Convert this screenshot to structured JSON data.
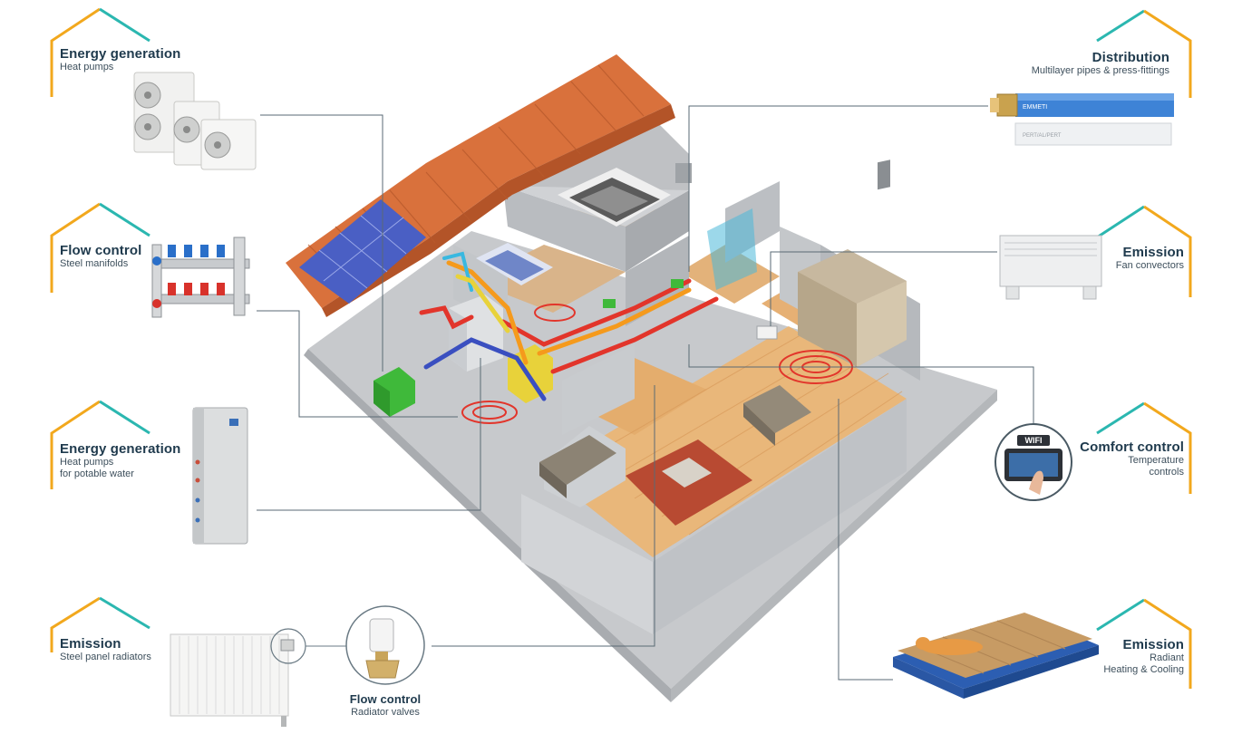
{
  "colors": {
    "roof_teal": "#2bb7b0",
    "roof_orange": "#f2a81d",
    "title_text": "#1f3a4d",
    "sub_text": "#3d4f5c",
    "leader_line": "#5a6a74",
    "wall_grey": "#c9ccd0",
    "floor_wood": "#e9b77a",
    "roof_tile": "#d9713c",
    "pipe_red": "#e2352b",
    "pipe_blue": "#3a4fc0",
    "pipe_orange": "#f59a1c",
    "unit_green": "#3fb93a"
  },
  "labels": [
    {
      "id": "energy-generation-heat-pumps",
      "title": "Energy generation",
      "lines": [
        "Heat pumps"
      ],
      "align": "left",
      "icon": "heat-pump-outdoor-units-image"
    },
    {
      "id": "flow-control-manifolds",
      "title": "Flow control",
      "lines": [
        "Steel manifolds"
      ],
      "align": "left",
      "icon": "steel-manifold-image"
    },
    {
      "id": "energy-generation-potable-water",
      "title": "Energy generation",
      "lines": [
        "Heat pumps",
        "for potable water"
      ],
      "align": "left",
      "icon": "water-heat-pump-cylinder-image"
    },
    {
      "id": "emission-radiators",
      "title": "Emission",
      "lines": [
        "Steel panel radiators"
      ],
      "align": "left",
      "icon": "panel-radiator-image"
    },
    {
      "id": "flow-control-radiator-valves",
      "title": "Flow control",
      "lines": [
        "Radiator valves"
      ],
      "align": "center",
      "icon": "radiator-valve-image"
    },
    {
      "id": "distribution",
      "title": "Distribution",
      "lines": [
        "Multilayer pipes & press-fittings"
      ],
      "align": "right",
      "icon": "multilayer-pipe-image"
    },
    {
      "id": "emission-fan-convectors",
      "title": "Emission",
      "lines": [
        "Fan convectors"
      ],
      "align": "right",
      "icon": "fan-convector-image"
    },
    {
      "id": "comfort-control",
      "title": "Comfort control",
      "lines": [
        "Temperature",
        "controls"
      ],
      "align": "right",
      "icon": "wifi-thermostat-image"
    },
    {
      "id": "emission-radiant",
      "title": "Emission",
      "lines": [
        "Radiant",
        "Heating & Cooling"
      ],
      "align": "right",
      "icon": "radiant-floor-cat-image"
    }
  ],
  "wifi_badge": "WIFI",
  "pipe_print": "EMMETI"
}
